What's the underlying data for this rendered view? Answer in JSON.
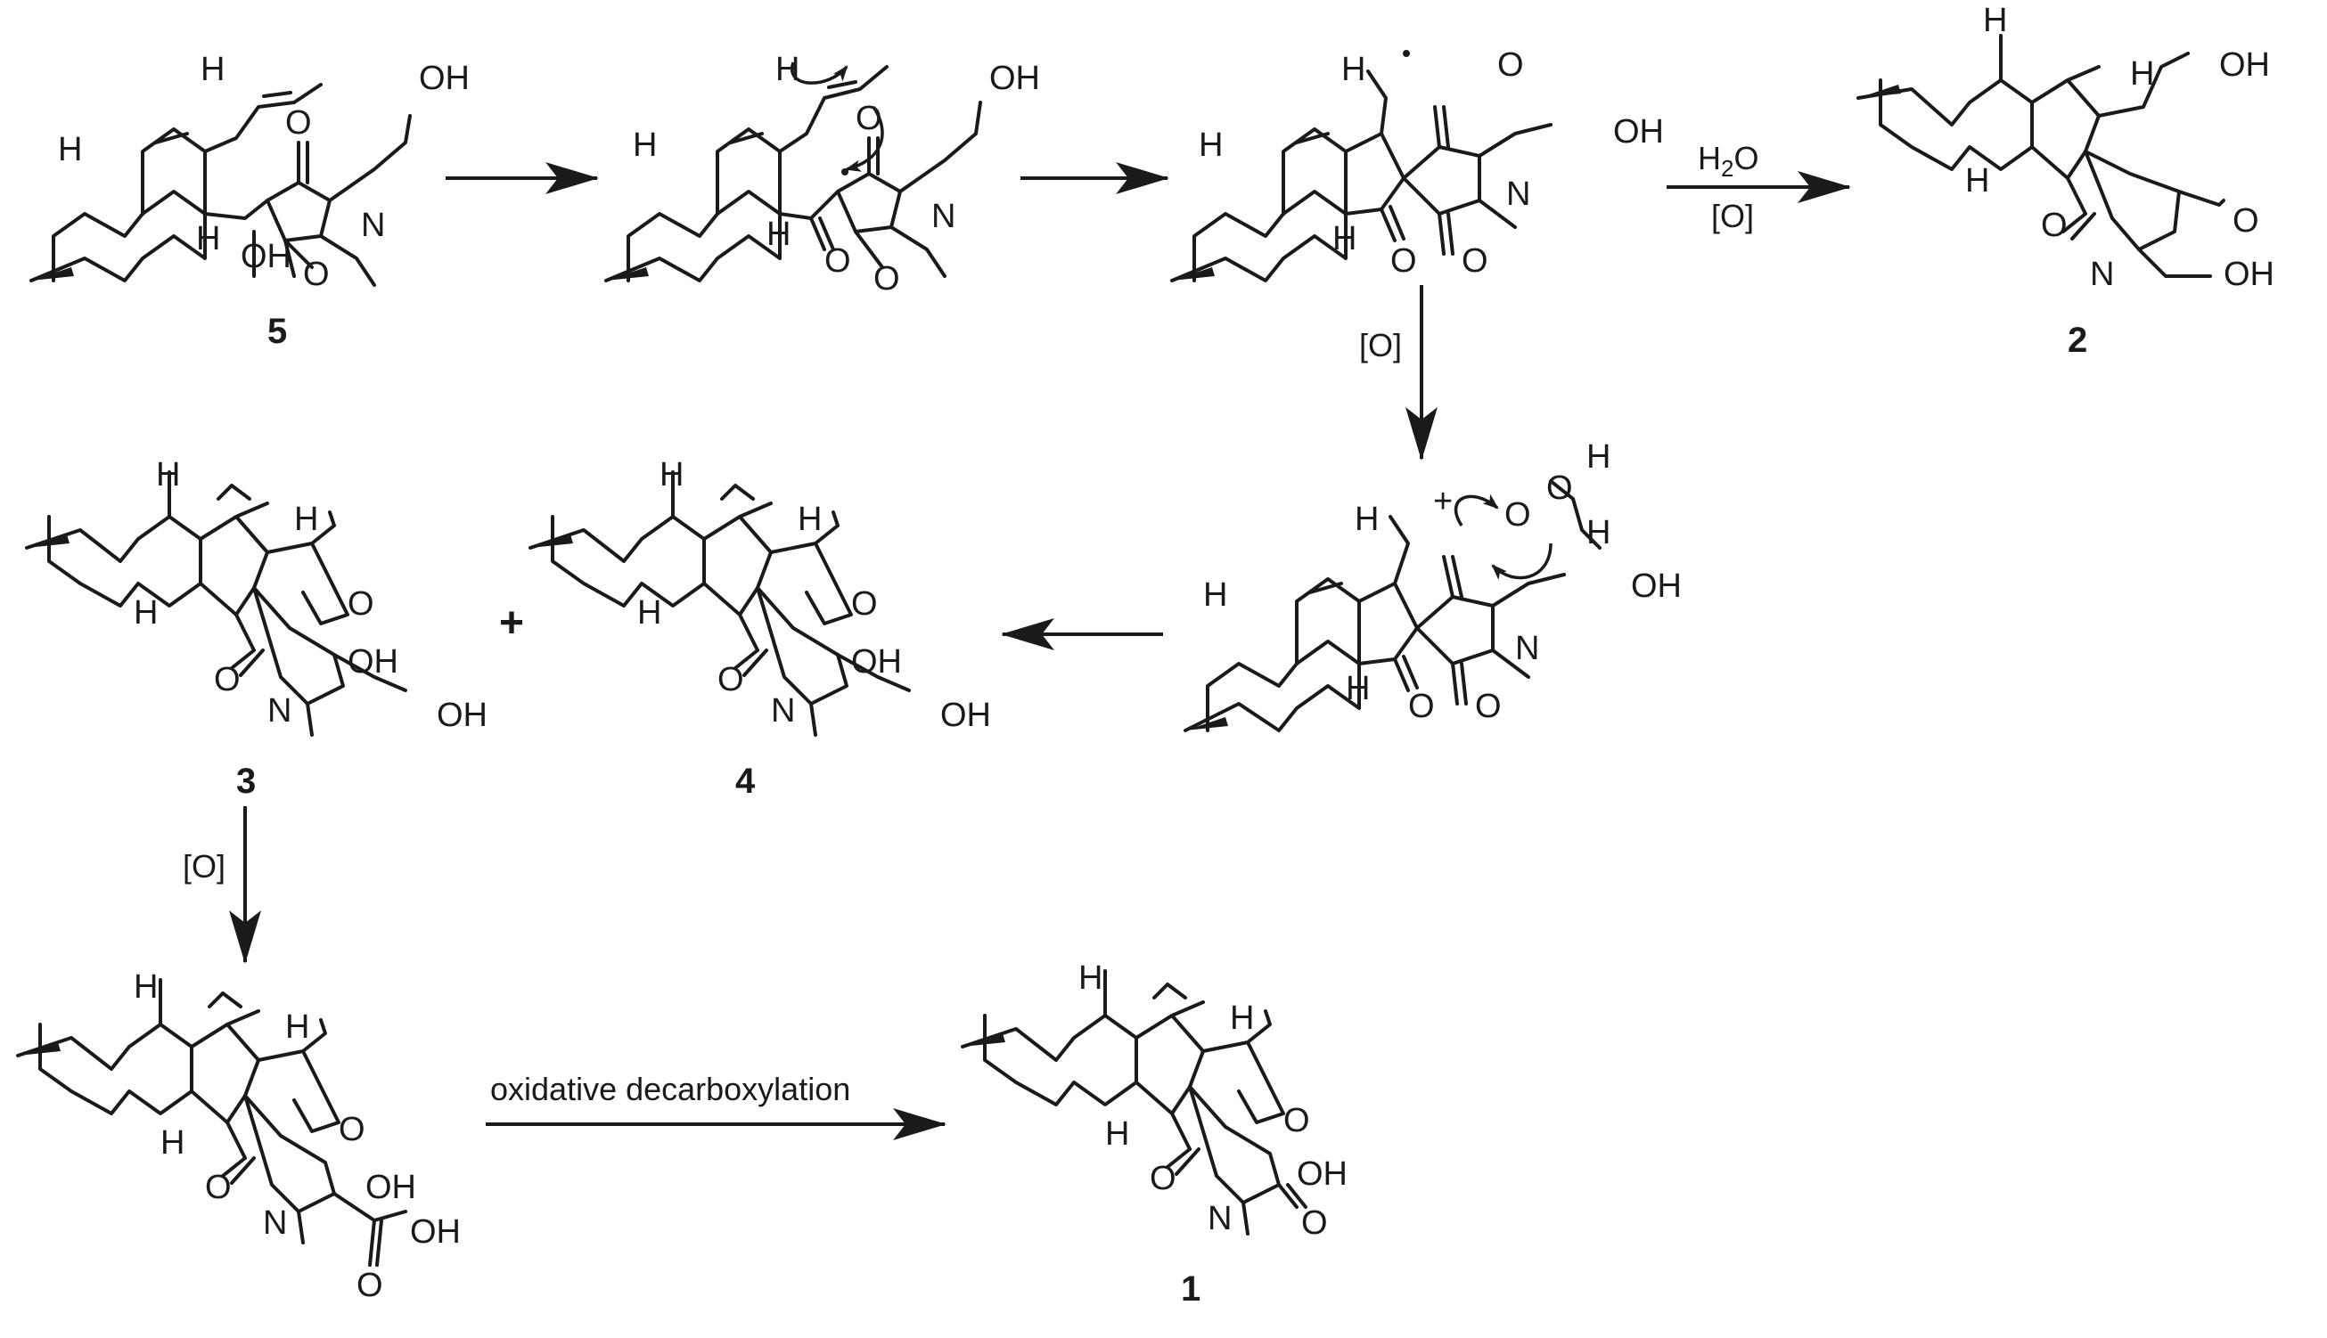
{
  "compounds": {
    "c5": "5",
    "c2": "2",
    "c3": "3",
    "c4": "4",
    "c1": "1"
  },
  "conditions": {
    "h2o": "H2O",
    "ox_top": "[O]",
    "ox_mid": "[O]",
    "ox_left": "[O]",
    "decarb": "oxidative decarboxylation"
  },
  "operators": {
    "plus": "+"
  },
  "atoms": {
    "O": "O",
    "OH": "OH",
    "N": "N",
    "H": "H",
    "H2O_H": "H",
    "H2O_O": "O",
    "plus_charge": "+"
  }
}
